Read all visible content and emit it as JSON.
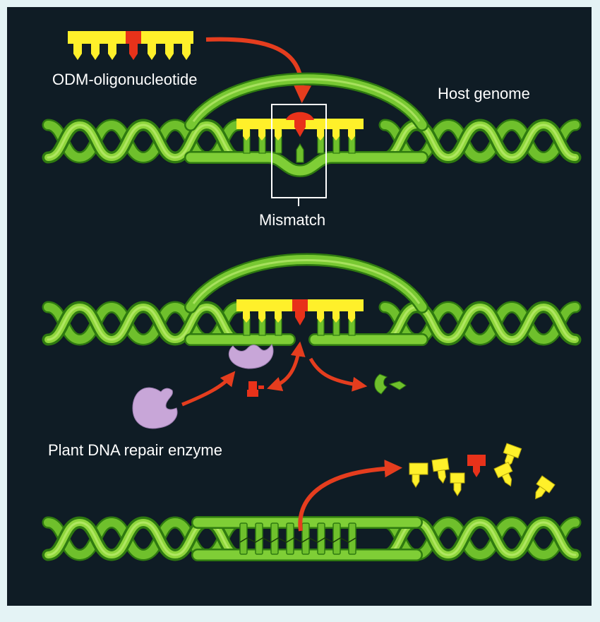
{
  "labels": {
    "odm": "ODM-oligonucleotide",
    "host_genome": "Host genome",
    "mismatch": "Mismatch",
    "repair_enzyme": "Plant DNA repair enzyme"
  },
  "colors": {
    "background": "#0f1c25",
    "frame": "#e4f3f5",
    "dna_green": "#6fc02c",
    "dna_dark": "#2f7a10",
    "dna_light": "#a4e64d",
    "oligo_yellow": "#fff02a",
    "mismatch_red": "#e8321a",
    "arrow_red": "#e53d1e",
    "enzyme_purple": "#c8a6d8",
    "text": "#ffffff"
  },
  "icons": [
    "dna-double-helix",
    "oligonucleotide-strand",
    "mismatch-bracket",
    "dna-repair-enzyme",
    "released-nucleotides"
  ]
}
